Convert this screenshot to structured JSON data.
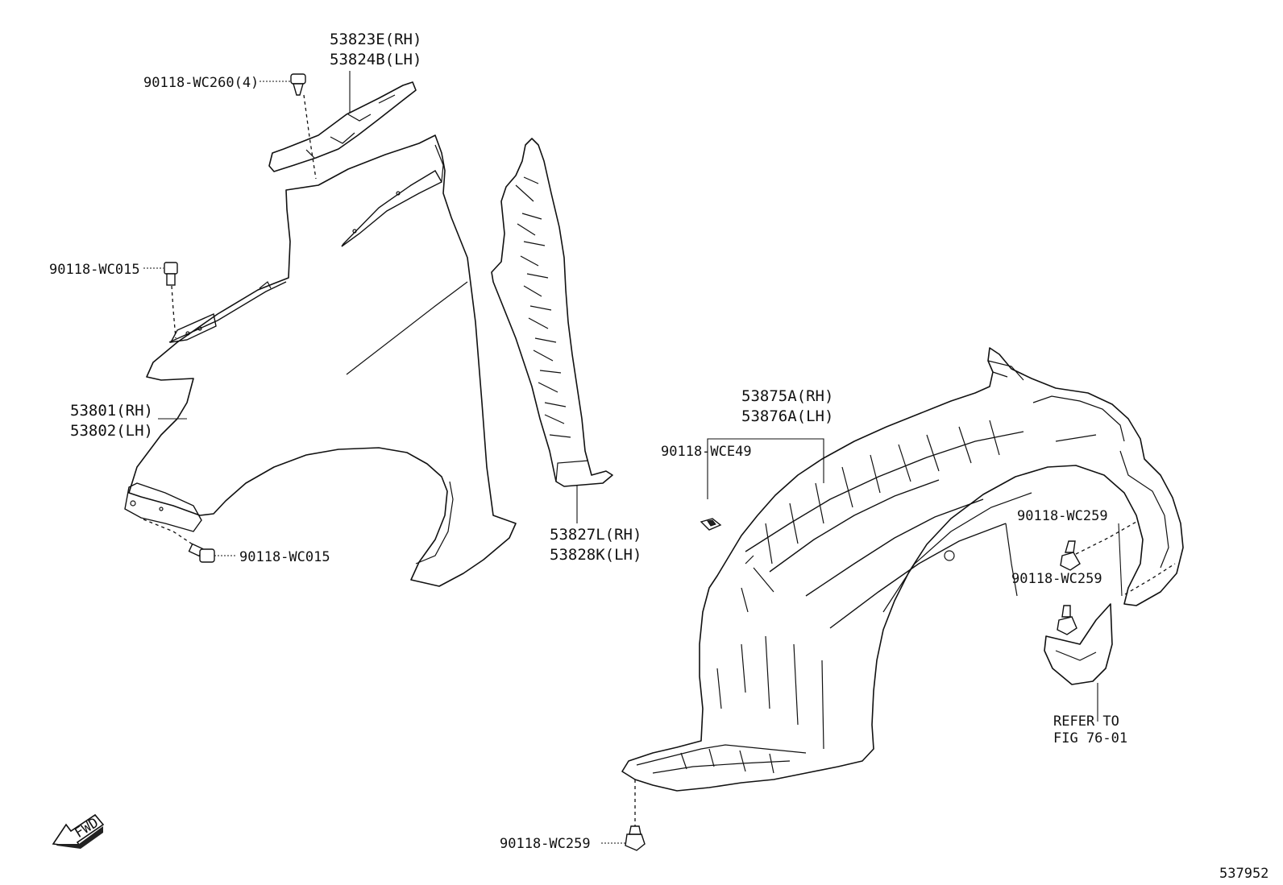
{
  "labels": {
    "fender_liner_upper": [
      "53823E(RH)",
      "53824B(LH)"
    ],
    "clip_upper": "90118-WC260(4)",
    "bolt_fender_top": "90118-WC015",
    "fender": [
      "53801(RH)",
      "53802(LH)"
    ],
    "bolt_fender_bottom": "90118-WC015",
    "fender_seal": [
      "53827L(RH)",
      "53828K(LH)"
    ],
    "wheel_liner": [
      "53875A(RH)",
      "53876A(LH)"
    ],
    "nut_liner": "90118-WCE49",
    "clip_liner_1": "90118-WC259",
    "clip_liner_2": "90118-WC259",
    "clip_liner_bottom": "90118-WC259",
    "refer": [
      "REFER TO",
      "FIG 76-01"
    ],
    "fwd": "FWD",
    "diagram_id": "537952"
  }
}
